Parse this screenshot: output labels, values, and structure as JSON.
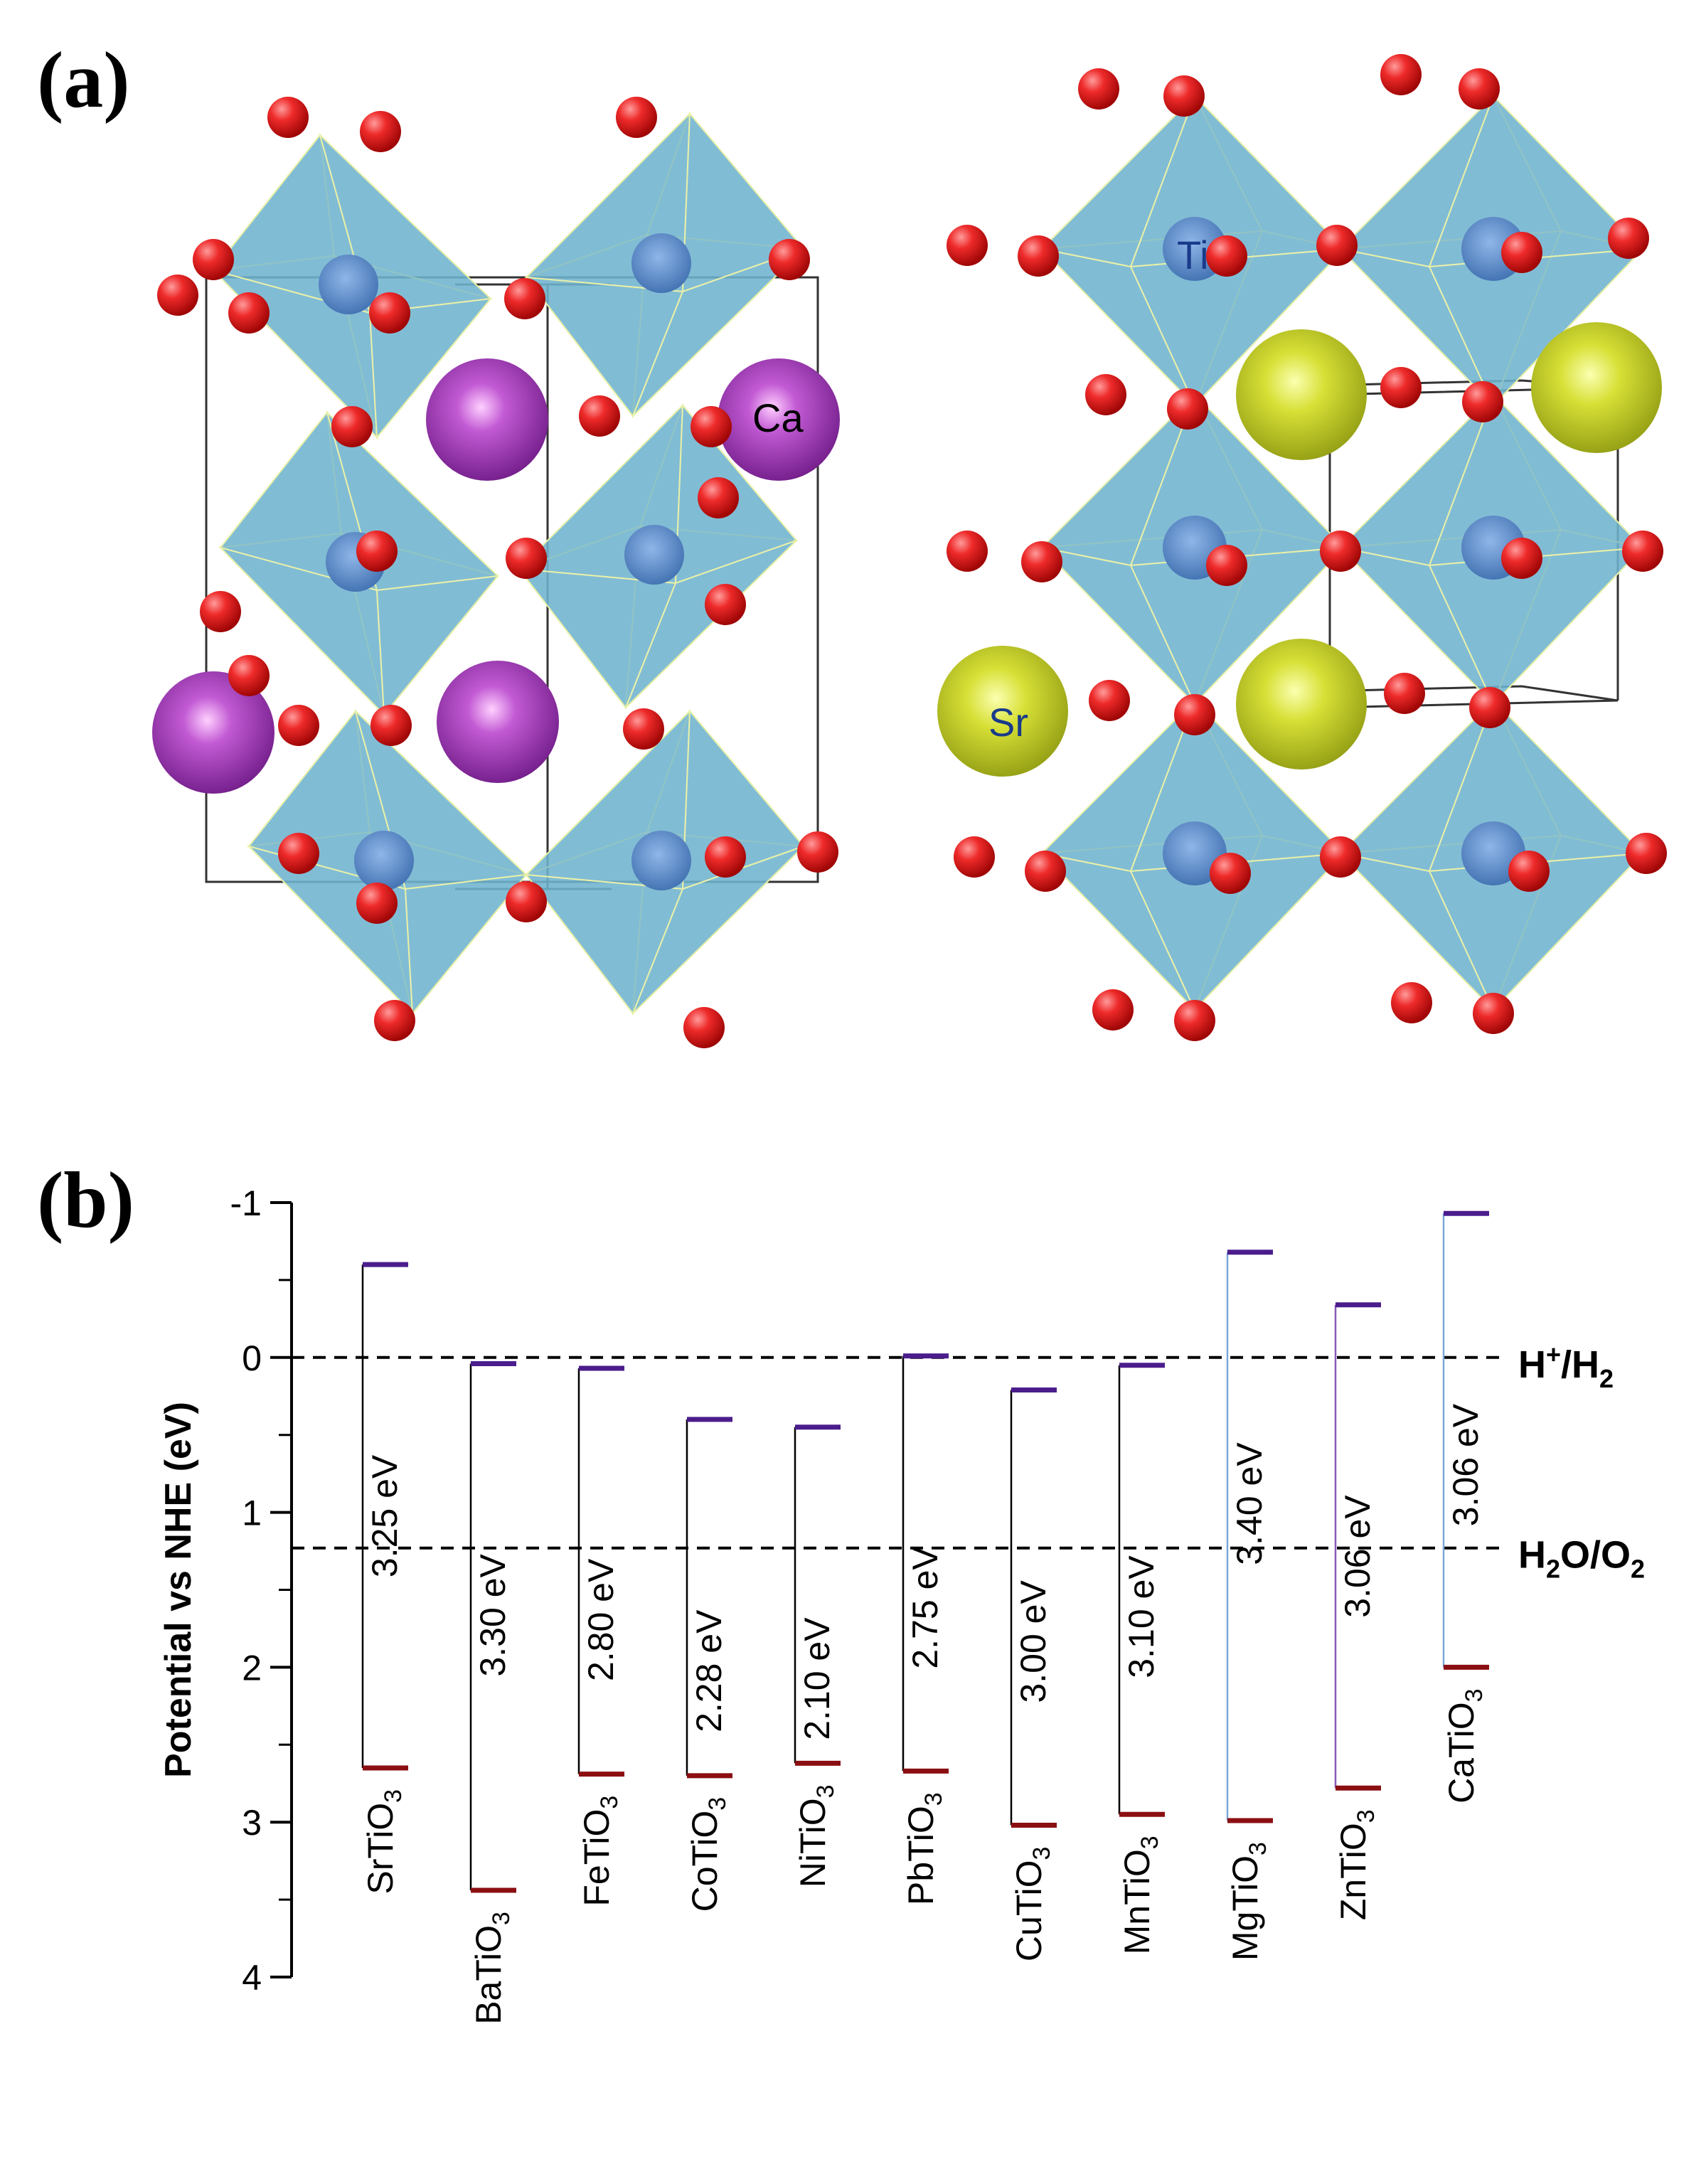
{
  "panels": {
    "a": "(a)",
    "b": "(b)"
  },
  "structure": {
    "left_atom_label": "Ca",
    "right_atom_label_b_site": "Ti",
    "right_atom_label_a_site": "Sr",
    "colors": {
      "oxygen": "#e3141b",
      "octahedron": "#6fb3cf",
      "calcium": "#9a2fb0",
      "strontium": "#c9d62a",
      "titanium": "#4a7fc4"
    }
  },
  "chart_data": {
    "type": "band-edge diagram",
    "ylabel": "Potential vs NHE (eV)",
    "ylim": [
      -1,
      4
    ],
    "y_inverted": true,
    "yticks": [
      -1,
      0,
      1,
      2,
      3,
      4
    ],
    "ytick_labels": [
      "-1",
      "0",
      "1",
      "2",
      "3",
      "4"
    ],
    "reference_lines": [
      {
        "value": 0,
        "label_main": "H",
        "label_sup": "+",
        "label_rest": "/H",
        "label_sub": "2"
      },
      {
        "value": 1.23,
        "label_main": "H",
        "label_sub1": "2",
        "label_mid": "O/O",
        "label_sub2": "2"
      }
    ],
    "materials": [
      {
        "name": "SrTiO",
        "sub": "3",
        "cb": -0.6,
        "vb": 2.65,
        "gap_label": "3.25 eV",
        "line_color": "#000000"
      },
      {
        "name": "BaTiO",
        "sub": "3",
        "cb": 0.04,
        "vb": 3.44,
        "gap_label": "3.30 eV",
        "line_color": "#000000"
      },
      {
        "name": "FeTiO",
        "sub": "3",
        "cb": 0.07,
        "vb": 2.69,
        "gap_label": "2.80 eV",
        "line_color": "#000000"
      },
      {
        "name": "CoTiO",
        "sub": "3",
        "cb": 0.4,
        "vb": 2.7,
        "gap_label": "2.28 eV",
        "line_color": "#000000"
      },
      {
        "name": "NiTiO",
        "sub": "3",
        "cb": 0.45,
        "vb": 2.62,
        "gap_label": "2.10 eV",
        "line_color": "#000000"
      },
      {
        "name": "PbTiO",
        "sub": "3",
        "cb": -0.01,
        "vb": 2.67,
        "gap_label": "2.75 eV",
        "line_color": "#000000"
      },
      {
        "name": "CuTiO",
        "sub": "3",
        "cb": 0.21,
        "vb": 3.02,
        "gap_label": "3.00 eV",
        "line_color": "#000000"
      },
      {
        "name": "MnTiO",
        "sub": "3",
        "cb": 0.05,
        "vb": 2.95,
        "gap_label": "3.10 eV",
        "line_color": "#000000"
      },
      {
        "name": "MgTiO",
        "sub": "3",
        "cb": -0.68,
        "vb": 2.99,
        "gap_label": "3.40 eV",
        "line_color": "#7ea7d8"
      },
      {
        "name": "ZnTiO",
        "sub": "3",
        "cb": -0.34,
        "vb": 2.78,
        "gap_label": "3.06 eV",
        "line_color": "#8a5ab8"
      },
      {
        "name": "CaTiO",
        "sub": "3",
        "cb": -0.93,
        "vb": 2.0,
        "gap_label": "3.06 eV",
        "line_color": "#7ea7d8"
      }
    ],
    "cb_color": "#4b1d8c",
    "vb_color": "#8b0f12"
  }
}
